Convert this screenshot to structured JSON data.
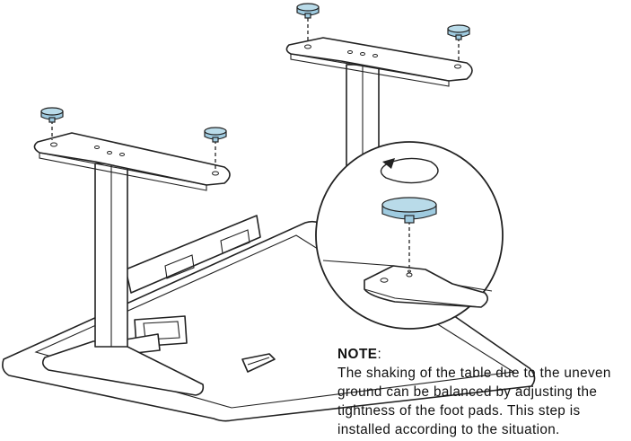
{
  "note": {
    "title": "NOTE",
    "colon": ":",
    "lines": [
      "The shaking of the table due to the uneven",
      "ground can be balanced by adjusting the",
      "tightness of the foot pads. This step is",
      "installed according to the situation."
    ]
  },
  "colors": {
    "foot_pad": "#b9dbe9",
    "outline": "#222222"
  }
}
